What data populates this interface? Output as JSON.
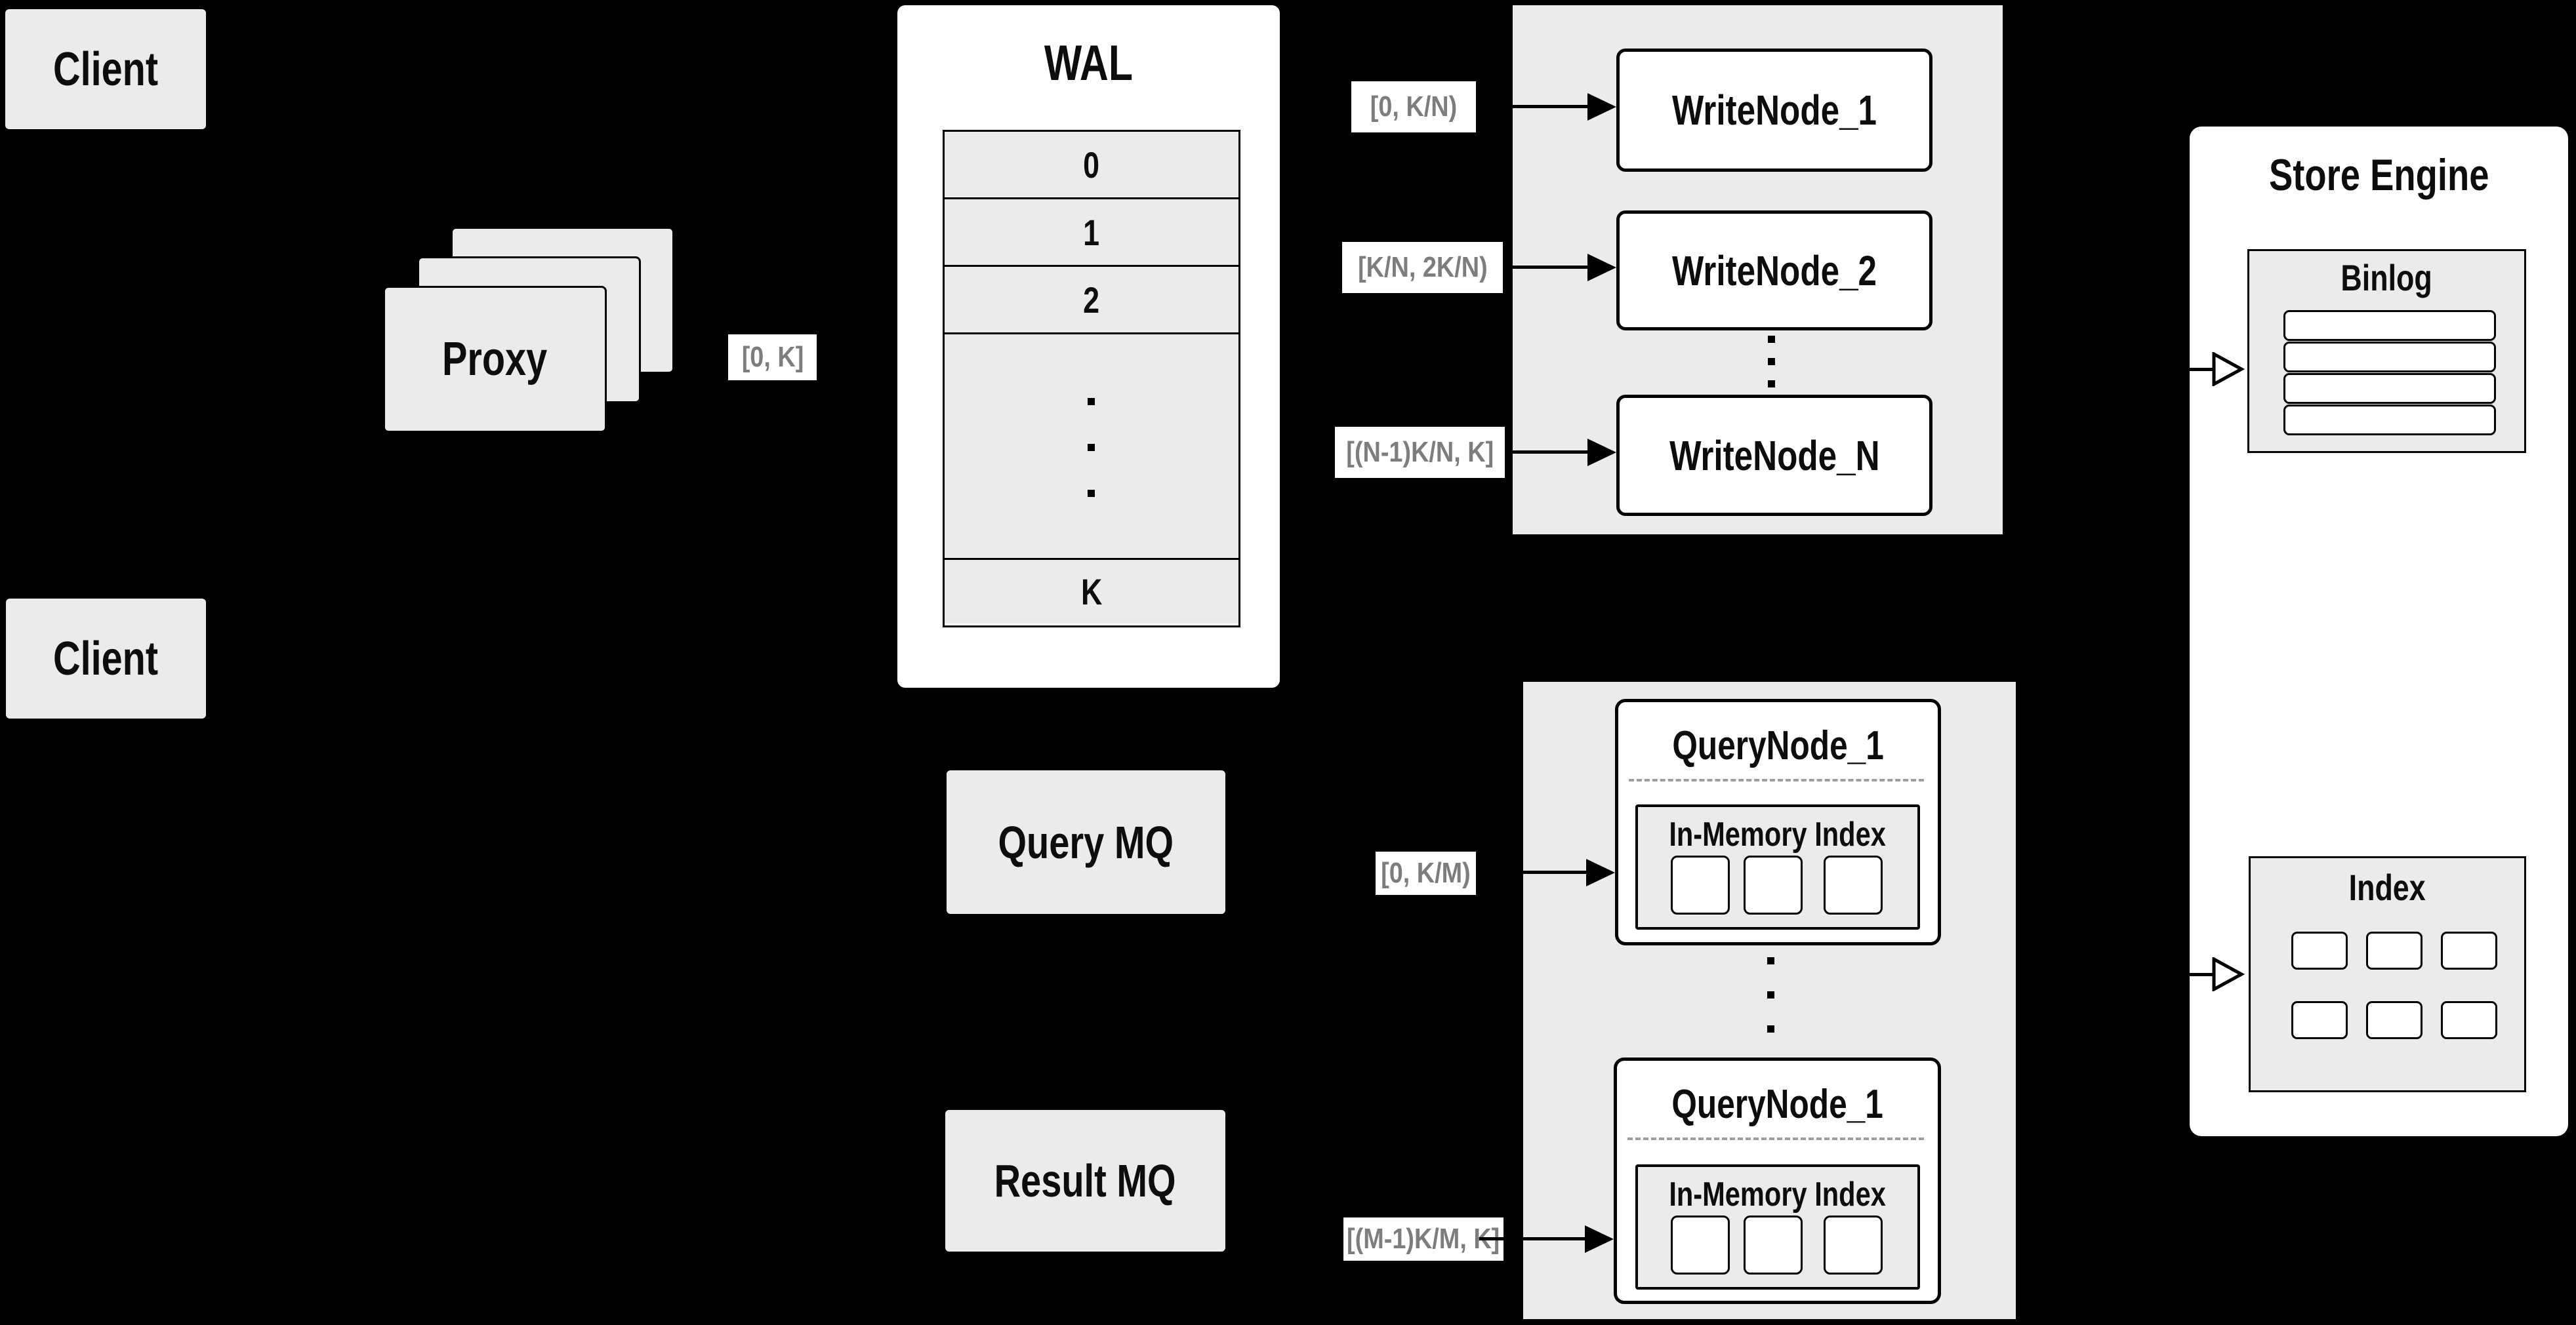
{
  "colors": {
    "background": "#000000",
    "panel_gray": "#ebebeb",
    "panel_white": "#ffffff",
    "line_black": "#000000",
    "range_text_gray": "#7d7d7d",
    "dashed_gray": "#9e9e9e"
  },
  "clients": {
    "top": "Client",
    "bottom": "Client"
  },
  "proxy": {
    "label": "Proxy"
  },
  "proxy_range": "[0, K]",
  "wal": {
    "title": "WAL",
    "cells": [
      "0",
      "1",
      "2",
      "K"
    ]
  },
  "write": {
    "nodes": [
      "WriteNode_1",
      "WriteNode_2",
      "WriteNode_N"
    ],
    "ranges": [
      "[0, K/N)",
      "[K/N, 2K/N)",
      "[(N-1)K/N, K]"
    ]
  },
  "mq": {
    "query": "Query MQ",
    "result": "Result MQ"
  },
  "query": {
    "nodes": [
      {
        "title": "QueryNode_1",
        "inner": "In-Memory Index"
      },
      {
        "title": "QueryNode_1",
        "inner": "In-Memory Index"
      }
    ],
    "ranges": [
      "[0, K/M)",
      "[(M-1)K/M, K]"
    ]
  },
  "store": {
    "title": "Store Engine",
    "binlog": "Binlog",
    "index": "Index"
  }
}
